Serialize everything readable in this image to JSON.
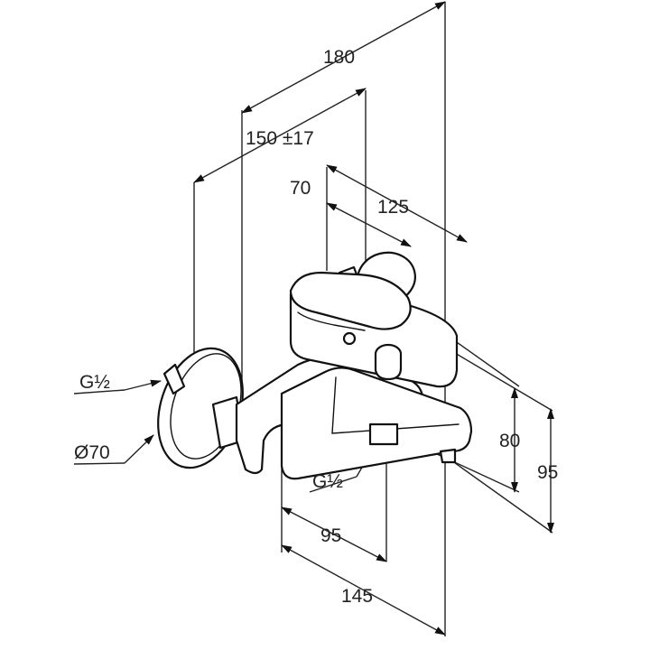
{
  "dimensions": {
    "overall_length": "180",
    "wall_distance": "150 ±17",
    "lever_offset": "70",
    "spout_offset": "125",
    "spout_height": "80",
    "overall_height": "95",
    "lower_width": "95",
    "spout_projection": "145"
  },
  "labels": {
    "inlet_thread": "G½",
    "rosette_diameter": "Ø70",
    "outlet_thread": "G½"
  },
  "colors": {
    "line": "#111111",
    "background": "#ffffff"
  }
}
